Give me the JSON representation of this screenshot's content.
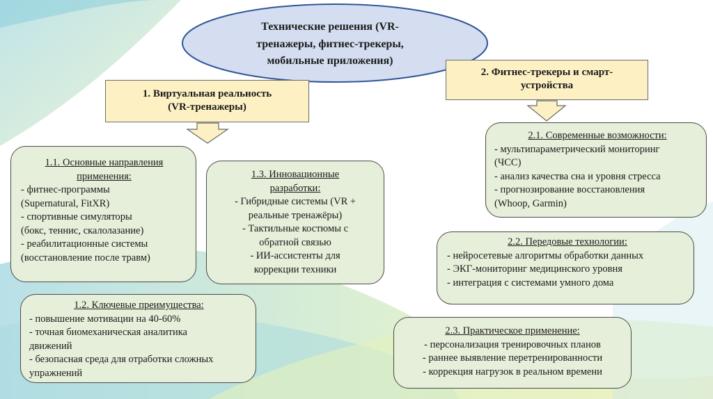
{
  "main_title": [
    "Технические решения (VR-",
    "тренажеры, фитнес-трекеры,",
    "мобильные приложения)"
  ],
  "section1": {
    "header": [
      "1. Виртуальная реальность",
      "(VR-тренажеры)"
    ]
  },
  "section2": {
    "header": [
      "2. Фитнес-трекеры и смарт-",
      "устройства"
    ]
  },
  "box_1_1": {
    "title": [
      "1.1. Основные направления",
      "применения:"
    ],
    "items": [
      "- фитнес-программы",
      "(Supernatural, FitXR)",
      "- спортивные симуляторы",
      "(бокс, теннис, скалолазание)",
      "- реабилитационные системы",
      "(восстановление после травм)"
    ]
  },
  "box_1_2": {
    "title": "1.2. Ключевые преимущества:",
    "items": [
      "- повышение мотивации на 40-60%",
      "- точная биомеханическая аналитика",
      "движений",
      "- безопасная среда для отработки сложных",
      "упражнений"
    ]
  },
  "box_1_3": {
    "title": [
      "1.3. Инновационные",
      "разработки:"
    ],
    "items": [
      "- Гибридные системы (VR +",
      "реальные тренажёры)",
      "- Тактильные костюмы с",
      "обратной связью",
      "- ИИ-ассистенты для",
      "коррекции техники"
    ]
  },
  "box_2_1": {
    "title": "2.1. Современные возможности:",
    "items": [
      "- мультипараметрический мониторинг",
      "(ЧСС)",
      "- анализ качества сна и уровня стресса",
      "- прогнозирование восстановления",
      "(Whoop, Garmin)"
    ]
  },
  "box_2_2": {
    "title": "2.2. Передовые технологии:",
    "items": [
      "- нейросетевые алгоритмы обработки данных",
      "- ЭКГ-мониторинг медицинского уровня",
      "- интеграция с системами умного дома"
    ]
  },
  "box_2_3": {
    "title": "2.3. Практическое применение:",
    "items": [
      "- персонализация тренировочных планов",
      "- раннее выявление перетренированности",
      "- коррекция нагрузок в реальном времени"
    ]
  },
  "colors": {
    "ellipse_fill": "#d4def0",
    "ellipse_border": "#2f5597",
    "rect_fill": "#fdf1c4",
    "rounded_fill": "#e6efd9",
    "arrow_fill": "#fdf1c4"
  }
}
